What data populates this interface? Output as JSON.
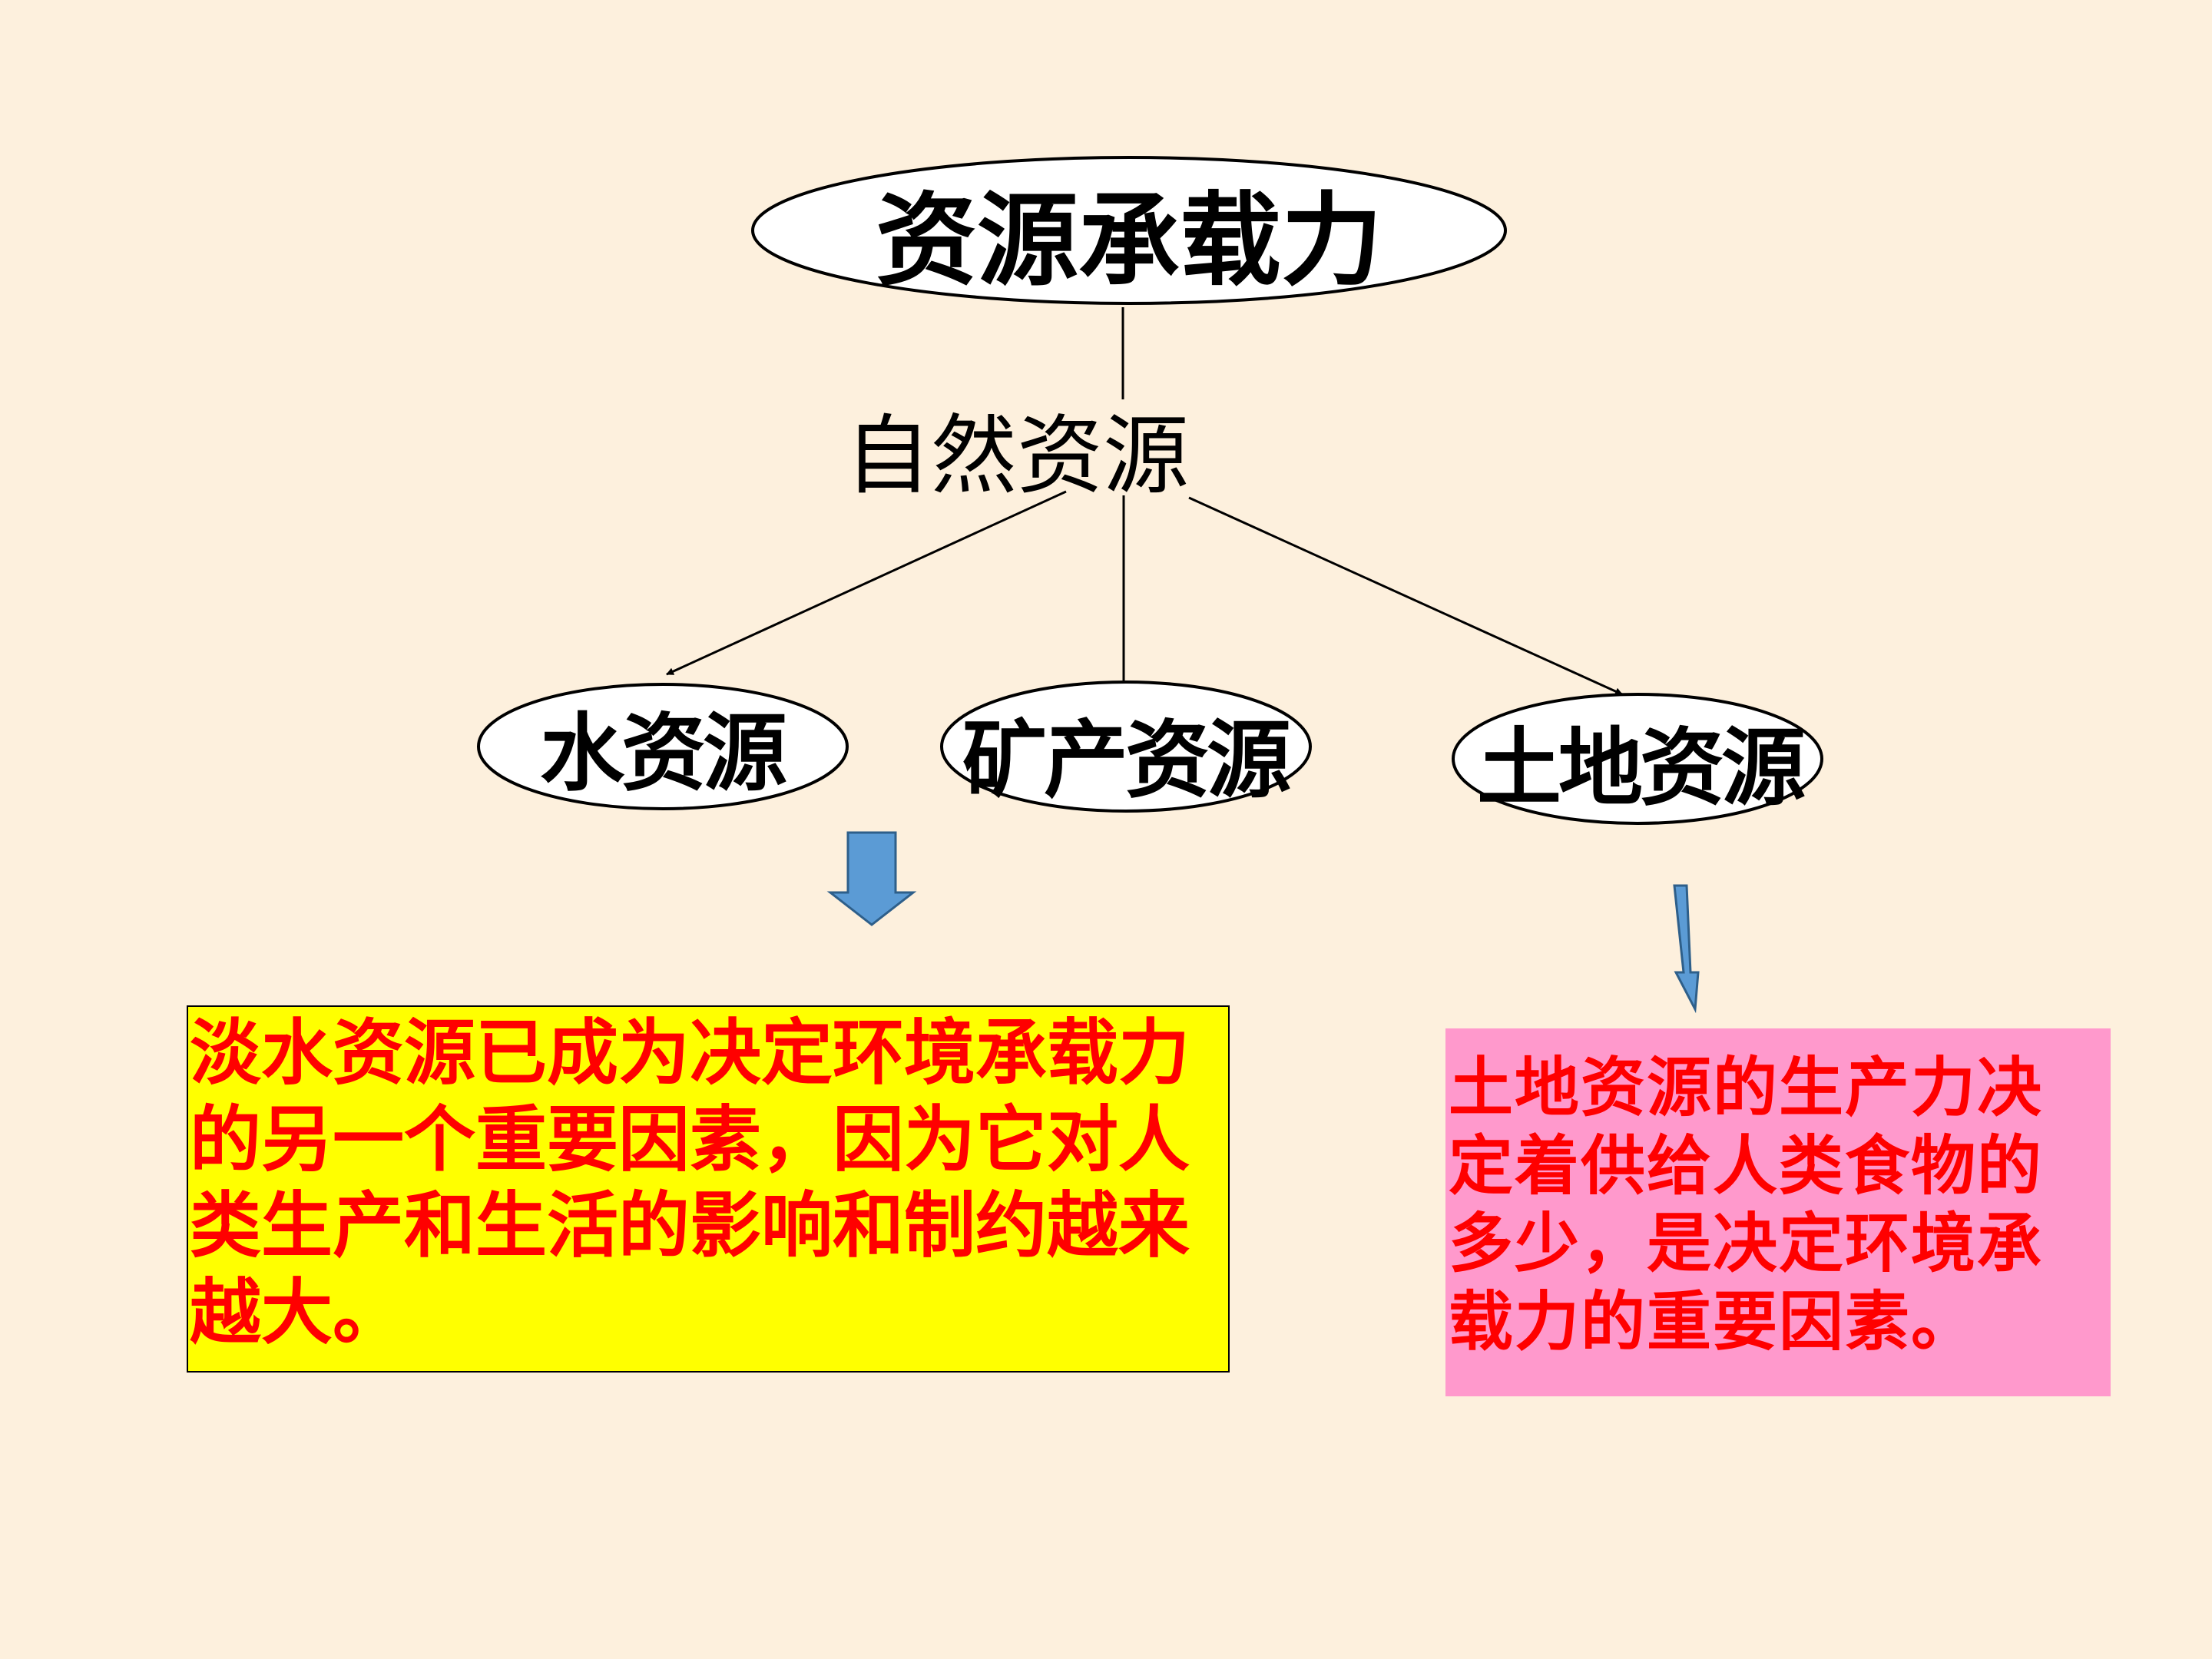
{
  "root": {
    "label": "资源承载力"
  },
  "natural": {
    "label": "自然资源"
  },
  "nodes": {
    "water": {
      "label": "水资源"
    },
    "mineral": {
      "label": "矿产资源"
    },
    "land": {
      "label": "土地资源"
    }
  },
  "water_box": {
    "lines": [
      "淡水资源已成为决定环境承载力",
      "的另一个重要因素，因为它对人",
      "类生产和生活的影响和制约越来",
      "越大。"
    ],
    "background": "#ffff00",
    "text_color": "#ff0000"
  },
  "land_box": {
    "lines": [
      "土地资源的生产力决",
      "定着供给人类食物的",
      "多少，是决定环境承",
      "载力的重要因素。"
    ],
    "background": "#ff99cc",
    "text_color": "#ff0000"
  },
  "colors": {
    "background": "#fdf0dd",
    "arrow_fill": "#5b9bd5",
    "arrow_stroke": "#2e5f8a"
  },
  "icons": [
    "down-arrow-icon"
  ]
}
